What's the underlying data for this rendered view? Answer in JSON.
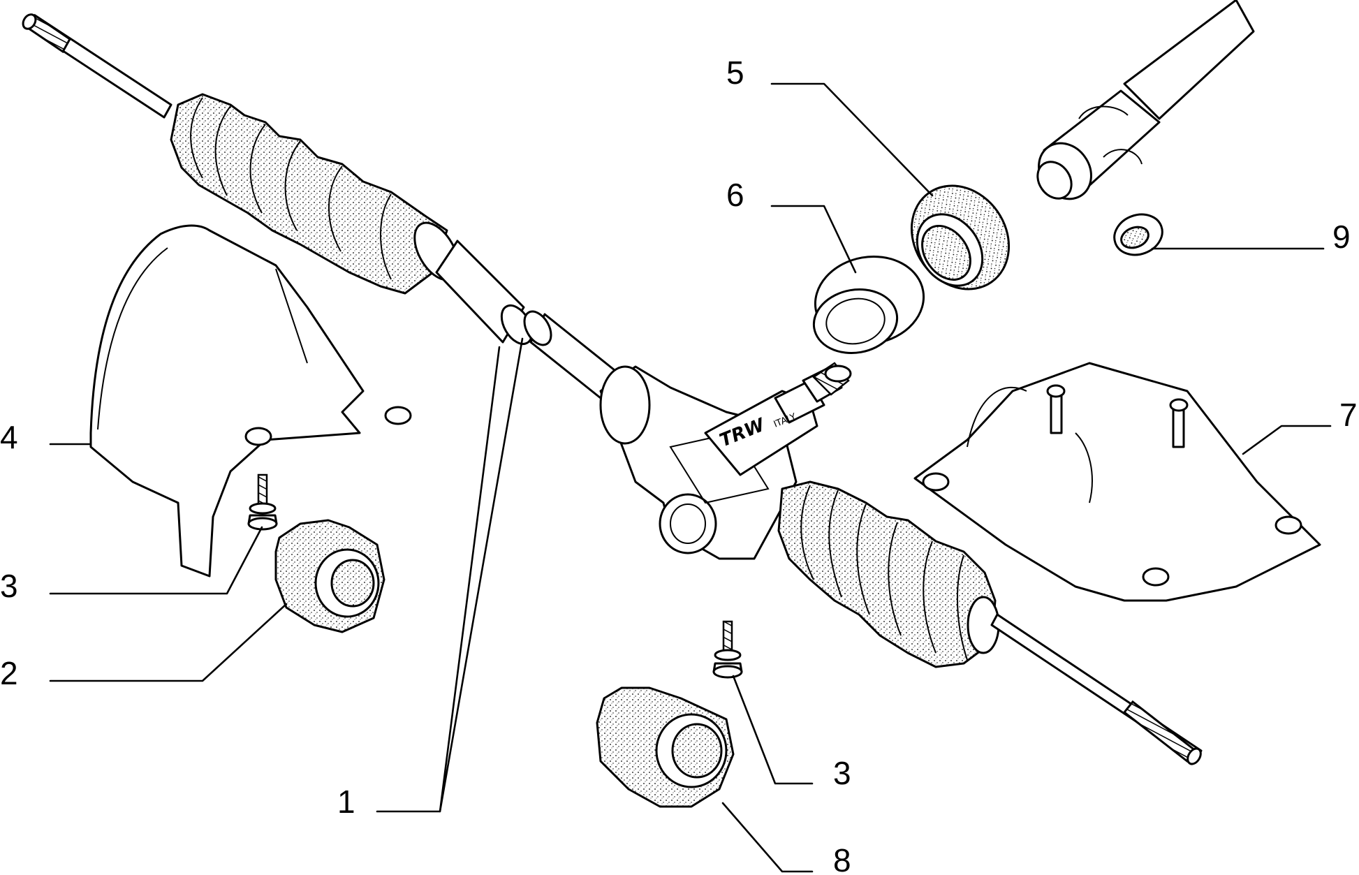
{
  "diagram": {
    "brand_marking": "TRW",
    "brand_sub": "ITALY",
    "callouts": [
      {
        "id": "c1",
        "label": "1"
      },
      {
        "id": "c2",
        "label": "2"
      },
      {
        "id": "c3a",
        "label": "3"
      },
      {
        "id": "c3b",
        "label": "3"
      },
      {
        "id": "c4",
        "label": "4"
      },
      {
        "id": "c5",
        "label": "5"
      },
      {
        "id": "c6",
        "label": "6"
      },
      {
        "id": "c7",
        "label": "7"
      },
      {
        "id": "c8",
        "label": "8"
      },
      {
        "id": "c9",
        "label": "9"
      }
    ]
  }
}
